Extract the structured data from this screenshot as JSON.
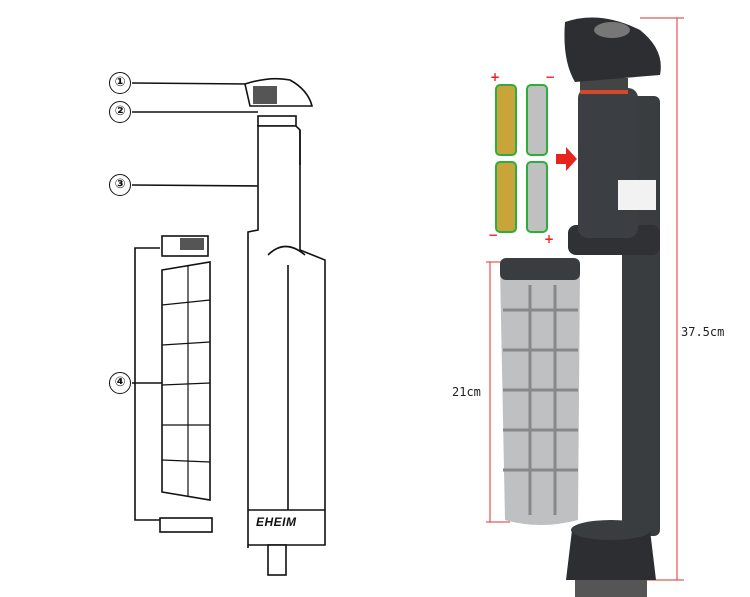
{
  "diagram": {
    "callouts": [
      "①",
      "②",
      "③",
      "④"
    ],
    "brand": "EHEIM"
  },
  "photo": {
    "height_label": "37.5cm",
    "filter_label": "21cm",
    "battery_signs": [
      "+",
      "−",
      "−",
      "+"
    ],
    "arrow_color": "#e8231c",
    "dimension_color": "#e03030",
    "body_color": "#3a3d40"
  }
}
